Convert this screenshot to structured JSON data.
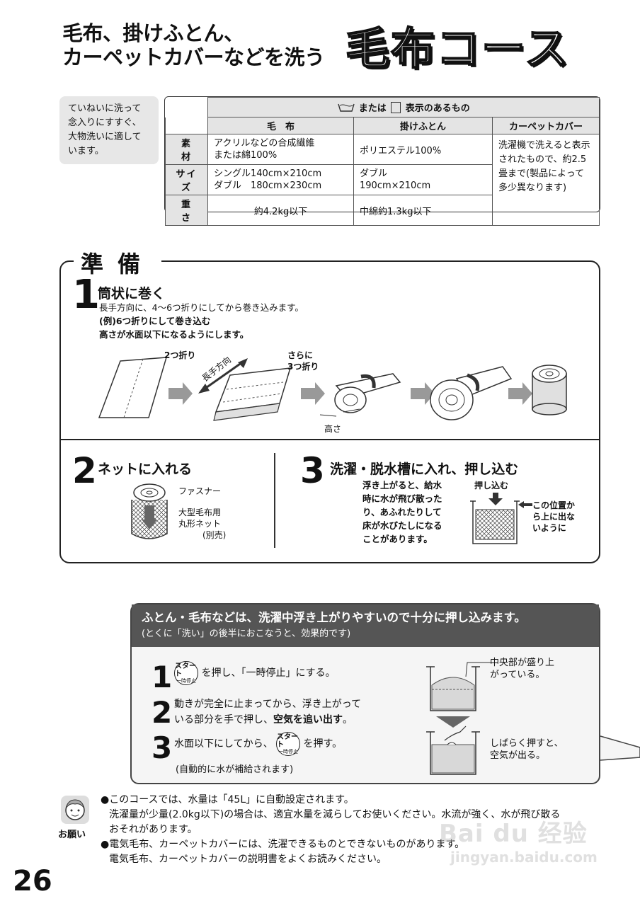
{
  "title": {
    "line1": "毛布、掛けふとん、",
    "line2": "カーペットカバーなどを洗う",
    "course": "毛布コース"
  },
  "intro": [
    "ていねいに洗って",
    "念入りにすすぐ、",
    "大物洗いに適して",
    "います。"
  ],
  "spec_table": {
    "header_mark": "または",
    "header_mark_suffix": "表示のあるもの",
    "columns": [
      "毛　布",
      "掛けふとん",
      "カーペットカバー"
    ],
    "rows": [
      {
        "label": "素　材",
        "cells": [
          "アクリルなどの合成繊維\nまたは綿100%",
          "ポリエステル100%"
        ]
      },
      {
        "label": "サイズ",
        "cells": [
          "シングル140cm×210cm\nダブル　180cm×230cm",
          "ダブル\n190cm×210cm"
        ]
      },
      {
        "label": "重　さ",
        "cells": [
          "約4.2kg以下",
          "中綿約1.3kg以下"
        ]
      }
    ],
    "carpet_note": "洗濯機で洗えると表示されたもので、約2.5畳まで(製品によって多少異なります)"
  },
  "prep": {
    "title": "準備",
    "step1": {
      "num": "1",
      "head": "筒状に巻く",
      "desc": "長手方向に、4〜6つ折りにしてから巻き込みます。",
      "ex1": "(例)6つ折りにして巻き込む",
      "ex2": "高さが水面以下になるようにします。",
      "label_fold2": "2つ折り",
      "label_long": "長手方向",
      "label_more_1": "さらに",
      "label_more_2": "3つ折り",
      "label_height": "高さ"
    },
    "step2": {
      "num": "2",
      "head": "ネットに入れる",
      "fastener": "ファスナー",
      "net1": "大型毛布用",
      "net2": "丸形ネット",
      "net3": "(別売)"
    },
    "step3": {
      "num": "3",
      "head": "洗濯・脱水槽に入れ、押し込む",
      "desc": [
        "浮き上がると、給水",
        "時に水が飛び散った",
        "り、あふれたりして",
        "床が水びたしになる",
        "ことがあります。"
      ],
      "push": "押し込む",
      "pos": [
        "この位置か",
        "ら上に出な",
        "いように"
      ]
    }
  },
  "tip": {
    "line1": "ふとん・毛布などは、洗濯中浮き上がりやすいので十分に押し込みます。",
    "line2": "(とくに「洗い」の後半におこなうと、効果的です)",
    "start_a": "スタート",
    "start_b": "一時停止",
    "s1_num": "1",
    "s1": "を押し、「一時停止」にする。",
    "s2_num": "2",
    "s2a": "動きが完全に止まってから、浮き上がって",
    "s2b": "いる部分を手で押し、",
    "s2c": "空気を追い出す",
    "s2d": "。",
    "s3_num": "3",
    "s3a": "水面以下にしてから、",
    "s3b": "を押す。",
    "s3c": "(自動的に水が補給されます)",
    "fig1": [
      "中央部が盛り上",
      "がっている。"
    ],
    "fig2": [
      "しばらく押すと、",
      "空気が出る。"
    ]
  },
  "notes": {
    "label": "お願い",
    "b1a": "このコースでは、水量は「45L」に自動設定されます。",
    "b1b": "洗濯量が少量(2.0kg以下)の場合は、適宜水量を減らしてお使いください。水流が強く、水が飛び散る",
    "b1c": "おそれがあります。",
    "b2a": "電気毛布、カーペットカバーには、洗濯できるものとできないものがあります。",
    "b2b": "電気毛布、カーペットカバーの説明書をよくお読みください。"
  },
  "page_number": "26",
  "watermark": {
    "brand": "Bai du 经验",
    "url": "jingyan.baidu.com"
  }
}
